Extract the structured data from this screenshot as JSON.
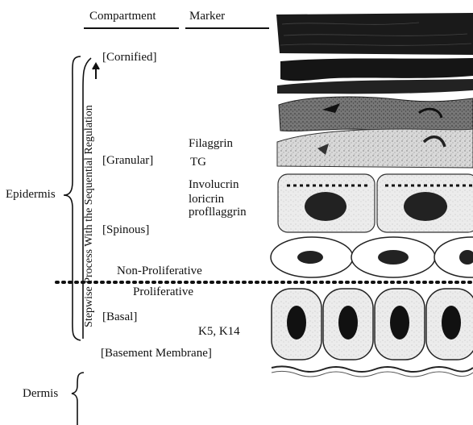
{
  "headers": {
    "compartment": "Compartment",
    "marker": "Marker"
  },
  "regions": {
    "epidermis": "Epidermis",
    "dermis": "Dermis"
  },
  "axis_label": "Stepwise Process With the Sequential Regulation",
  "compartments": {
    "cornified": "[Cornified]",
    "granular": "[Granular]",
    "spinous": "[Spinous]",
    "basal": "[Basal]",
    "basement_membrane": "[Basement Membrane]"
  },
  "markers": {
    "filaggrin": "Filaggrin",
    "tg": "TG",
    "involucrin": "Involucrin",
    "loricrin": "loricrin",
    "profilaggrin": "profllaggrin",
    "k5_k14": "K5, K14"
  },
  "boundary": {
    "above": "Non-Proliferative",
    "below": "Proliferative"
  }
}
